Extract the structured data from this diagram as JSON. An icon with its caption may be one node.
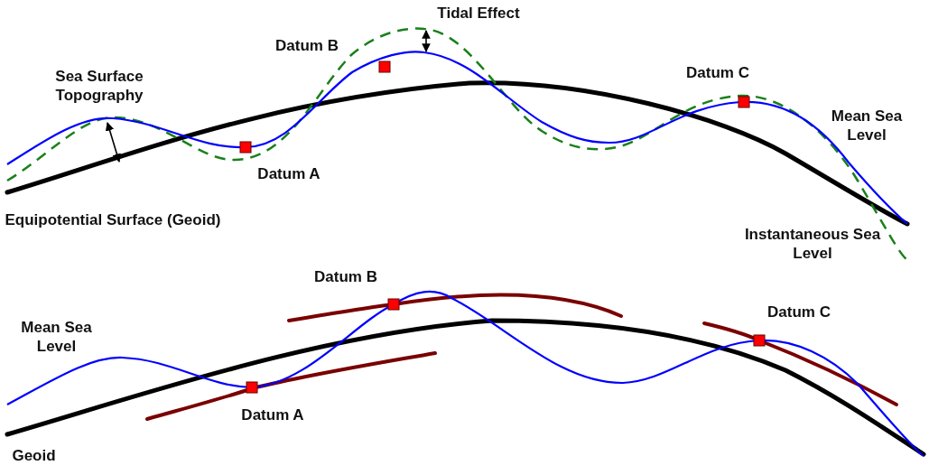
{
  "diagram": {
    "labels": [
      "Tidal Effect",
      "Datum B",
      "Sea Surface Topography",
      "Datum C",
      "Mean Sea Level",
      "Datum A",
      "Equipotential Surface (Geoid)",
      "Instantaneous Sea Level",
      "Datum B",
      "Datum C",
      "Mean Sea Level",
      "Datum A",
      "Geoid"
    ]
  }
}
